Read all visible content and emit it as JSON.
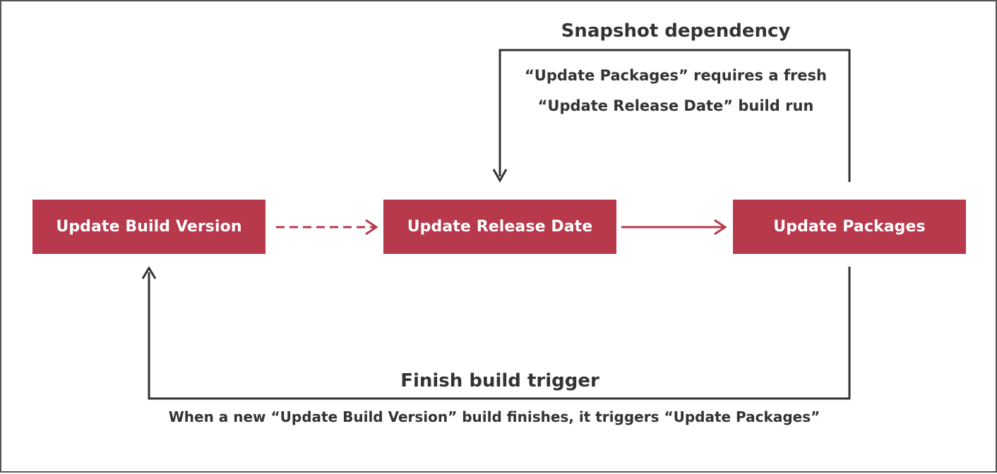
{
  "nodes": {
    "build_version": "Update Build Version",
    "release_date": "Update Release Date",
    "packages": "Update Packages"
  },
  "snapshot_dependency": {
    "title": "Snapshot dependency",
    "description_line1": "“Update Packages” requires a fresh",
    "description_line2": "“Update Release Date” build run"
  },
  "finish_build_trigger": {
    "title": "Finish build trigger",
    "description": "When a new “Update Build Version” build finishes, it triggers “Update Packages”"
  },
  "colors": {
    "node_fill": "#b8394c",
    "node_text": "#ffffff",
    "connector_dark": "#333333",
    "connector_accent": "#b8394c",
    "text": "#333333",
    "border": "#555555"
  }
}
